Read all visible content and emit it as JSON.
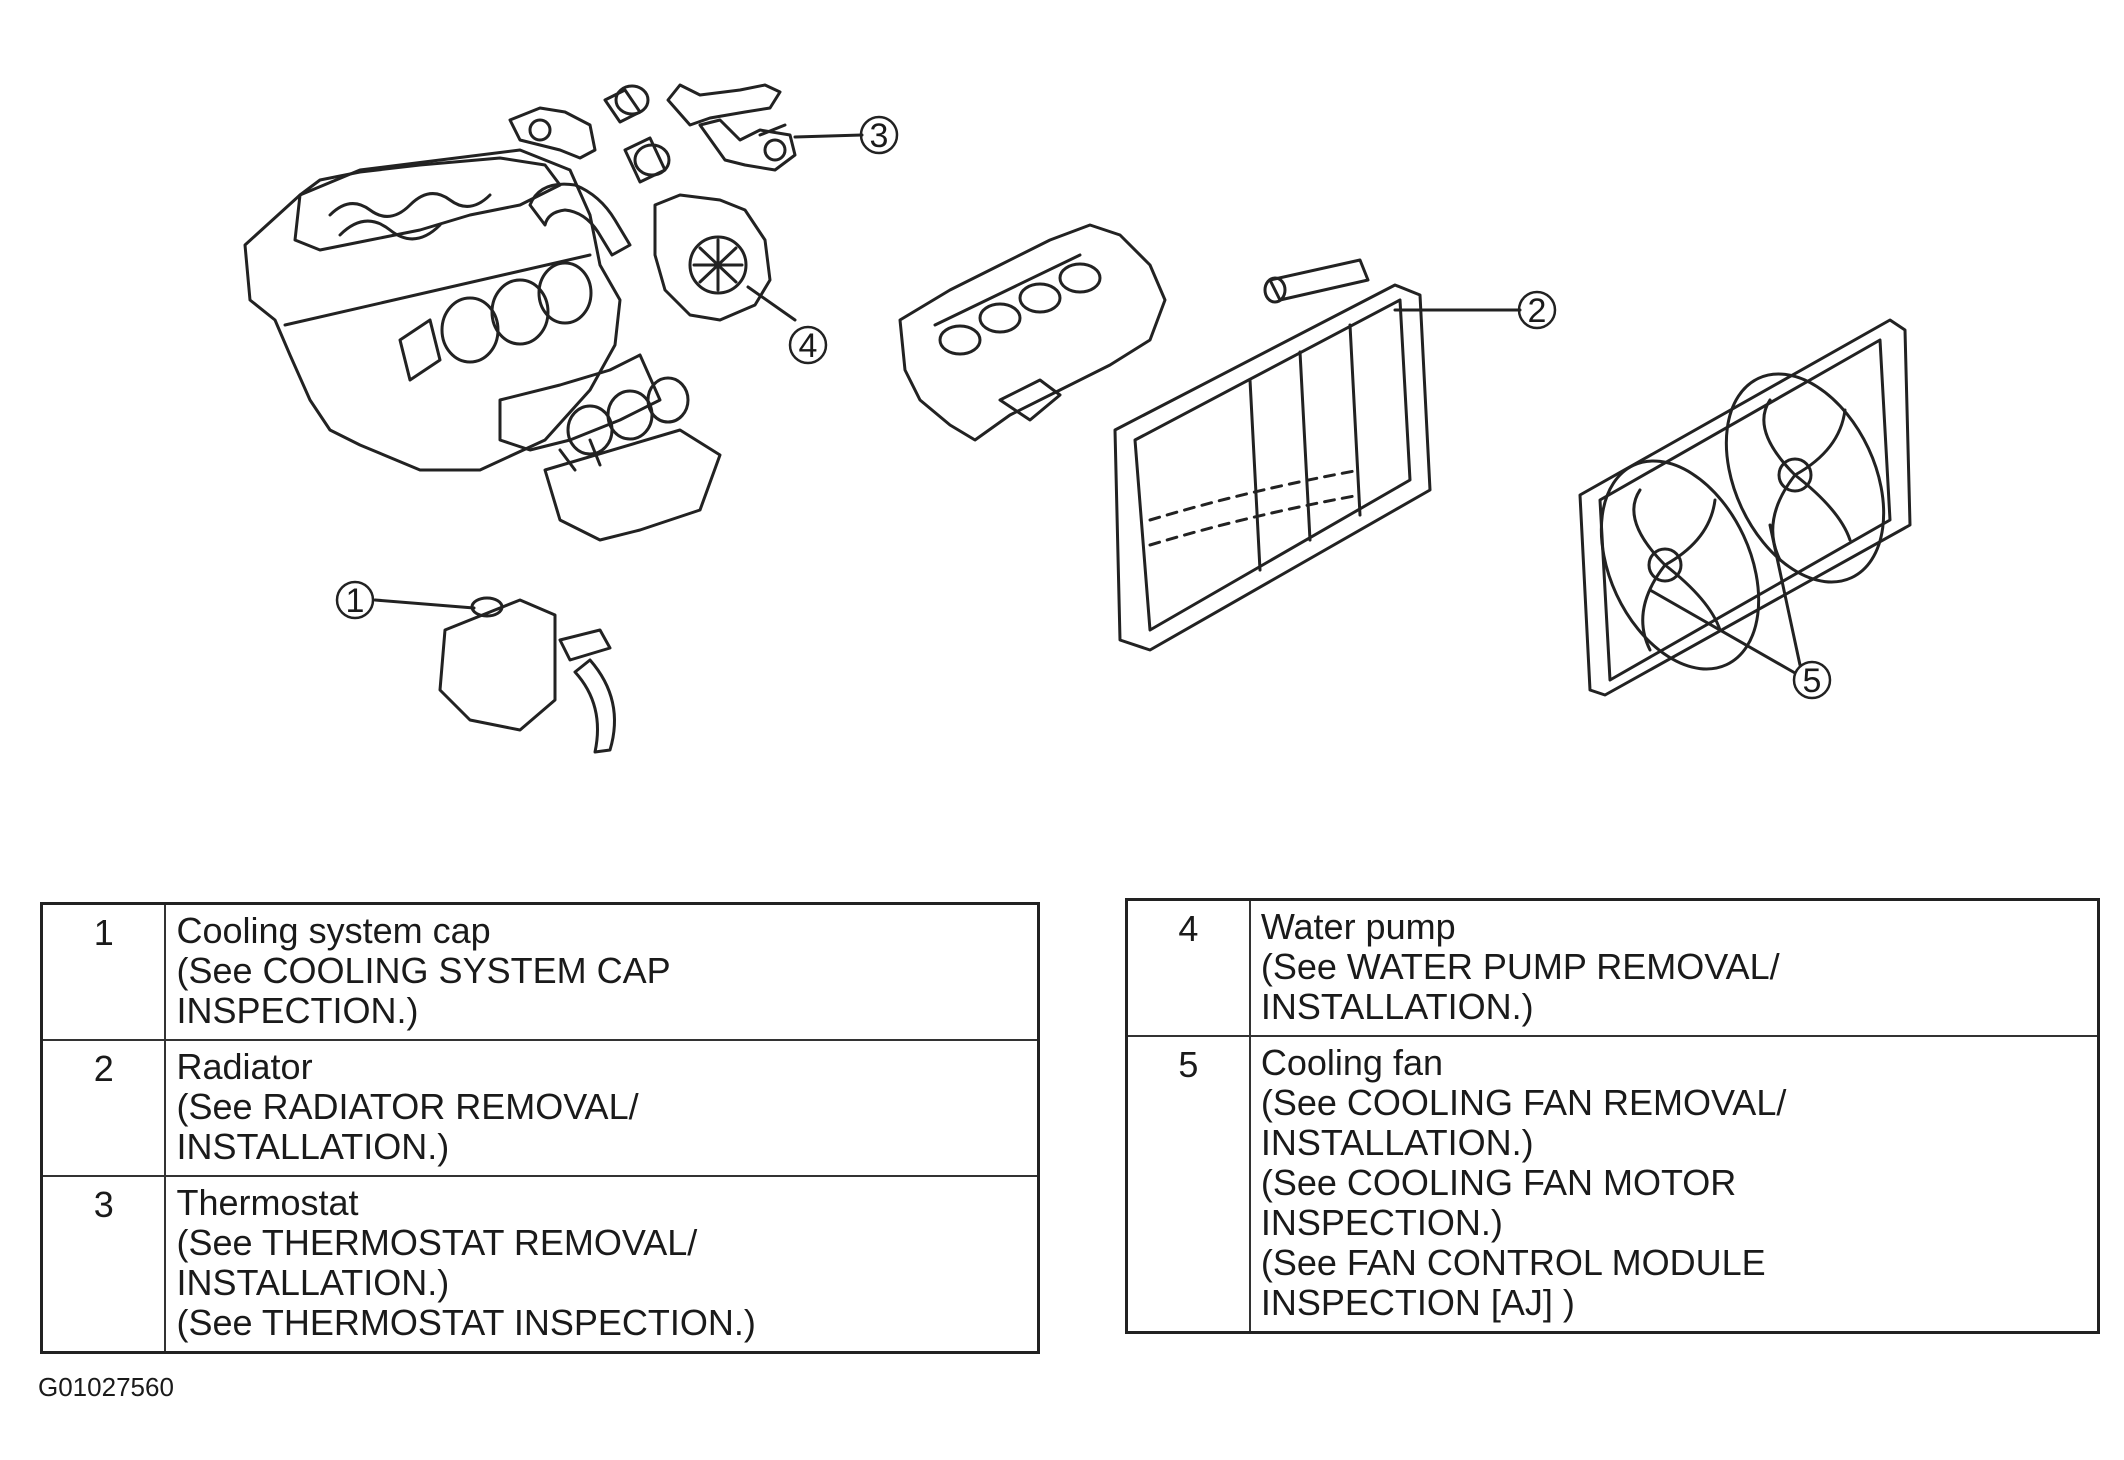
{
  "figure_code": "G01027560",
  "callouts": [
    "1",
    "2",
    "3",
    "4",
    "5"
  ],
  "parts_left": [
    {
      "num": "1",
      "name": "Cooling system cap",
      "refs": [
        "(See COOLING SYSTEM CAP",
        "INSPECTION.)"
      ]
    },
    {
      "num": "2",
      "name": "Radiator",
      "refs": [
        "(See RADIATOR REMOVAL/",
        "INSTALLATION.)"
      ]
    },
    {
      "num": "3",
      "name": "Thermostat",
      "refs": [
        "(See THERMOSTAT REMOVAL/",
        "INSTALLATION.)",
        "(See THERMOSTAT INSPECTION.)"
      ]
    }
  ],
  "parts_right": [
    {
      "num": "4",
      "name": "Water pump",
      "refs": [
        "(See WATER PUMP REMOVAL/",
        "INSTALLATION.)"
      ]
    },
    {
      "num": "5",
      "name": "Cooling fan",
      "refs": [
        "(See COOLING FAN REMOVAL/",
        "INSTALLATION.)",
        "(See COOLING FAN MOTOR",
        "INSPECTION.)",
        "(See FAN CONTROL MODULE",
        "INSPECTION [AJ] )"
      ]
    }
  ]
}
